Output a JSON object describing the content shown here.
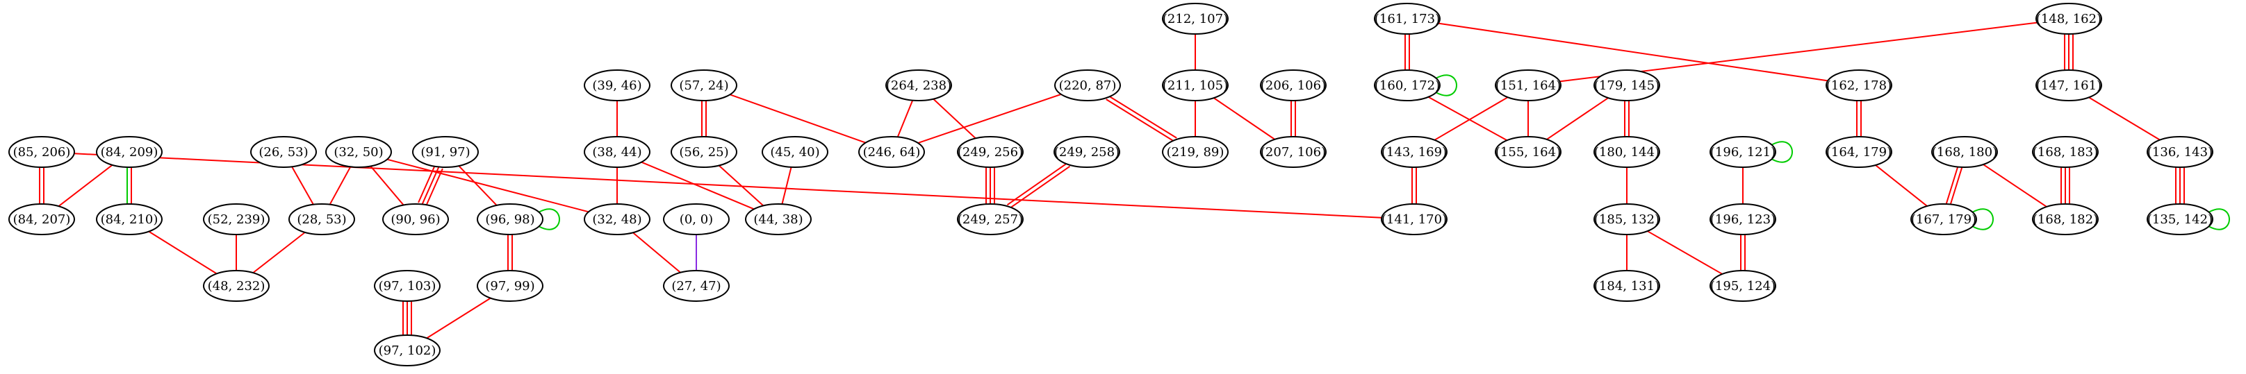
{
  "colors": {
    "red": "#ff0000",
    "green": "#00cc00",
    "purple": "#8a2be2",
    "black": "#000000"
  },
  "nodes": [
    {
      "id": "n85_206",
      "label": "(85, 206)"
    },
    {
      "id": "n84_209",
      "label": "(84, 209)"
    },
    {
      "id": "n84_207",
      "label": "(84, 207)"
    },
    {
      "id": "n84_210",
      "label": "(84, 210)"
    },
    {
      "id": "n26_53",
      "label": "(26, 53)"
    },
    {
      "id": "n28_53",
      "label": "(28, 53)"
    },
    {
      "id": "n52_239",
      "label": "(52, 239)"
    },
    {
      "id": "n48_232",
      "label": "(48, 232)"
    },
    {
      "id": "n32_50",
      "label": "(32, 50)"
    },
    {
      "id": "n90_96",
      "label": "(90, 96)"
    },
    {
      "id": "n91_97",
      "label": "(91, 97)"
    },
    {
      "id": "n96_98",
      "label": "(96, 98)"
    },
    {
      "id": "n97_99",
      "label": "(97, 99)"
    },
    {
      "id": "n97_103",
      "label": "(97, 103)"
    },
    {
      "id": "n97_102",
      "label": "(97, 102)"
    },
    {
      "id": "n39_46",
      "label": "(39, 46)"
    },
    {
      "id": "n38_44",
      "label": "(38, 44)"
    },
    {
      "id": "n32_48",
      "label": "(32, 48)"
    },
    {
      "id": "n0_0",
      "label": "(0, 0)"
    },
    {
      "id": "n27_47",
      "label": "(27, 47)"
    },
    {
      "id": "n57_24",
      "label": "(57, 24)"
    },
    {
      "id": "n56_25",
      "label": "(56, 25)"
    },
    {
      "id": "n45_40",
      "label": "(45, 40)"
    },
    {
      "id": "n44_38",
      "label": "(44, 38)"
    },
    {
      "id": "n264_238",
      "label": "(264, 238)"
    },
    {
      "id": "n246_64",
      "label": "(246, 64)"
    },
    {
      "id": "n249_256",
      "label": "(249, 256)"
    },
    {
      "id": "n220_87",
      "label": "(220, 87)"
    },
    {
      "id": "n249_258",
      "label": "(249, 258)"
    },
    {
      "id": "n249_257",
      "label": "(249, 257)"
    },
    {
      "id": "n212_107",
      "label": "(212, 107)"
    },
    {
      "id": "n211_105",
      "label": "(211, 105)"
    },
    {
      "id": "n219_89",
      "label": "(219, 89)"
    },
    {
      "id": "n206_106",
      "label": "(206, 106)"
    },
    {
      "id": "n207_106",
      "label": "(207, 106)"
    },
    {
      "id": "n161_173",
      "label": "(161, 173)"
    },
    {
      "id": "n160_172",
      "label": "(160, 172)"
    },
    {
      "id": "n151_164",
      "label": "(151, 164)"
    },
    {
      "id": "n155_164",
      "label": "(155, 164)"
    },
    {
      "id": "n143_169",
      "label": "(143, 169)"
    },
    {
      "id": "n141_170",
      "label": "(141, 170)"
    },
    {
      "id": "n179_145",
      "label": "(179, 145)"
    },
    {
      "id": "n180_144",
      "label": "(180, 144)"
    },
    {
      "id": "n185_132",
      "label": "(185, 132)"
    },
    {
      "id": "n184_131",
      "label": "(184, 131)"
    },
    {
      "id": "n196_121",
      "label": "(196, 121)"
    },
    {
      "id": "n196_123",
      "label": "(196, 123)"
    },
    {
      "id": "n195_124",
      "label": "(195, 124)"
    },
    {
      "id": "n162_178",
      "label": "(162, 178)"
    },
    {
      "id": "n164_179",
      "label": "(164, 179)"
    },
    {
      "id": "n168_180",
      "label": "(168, 180)"
    },
    {
      "id": "n167_179",
      "label": "(167, 179)"
    },
    {
      "id": "n168_183",
      "label": "(168, 183)"
    },
    {
      "id": "n168_182",
      "label": "(168, 182)"
    },
    {
      "id": "n148_162",
      "label": "(148, 162)"
    },
    {
      "id": "n147_161",
      "label": "(147, 161)"
    },
    {
      "id": "n136_143",
      "label": "(136, 143)"
    },
    {
      "id": "n135_142",
      "label": "(135, 142)"
    }
  ],
  "edges": [
    {
      "from": "n85_206",
      "to": "n84_207",
      "color": "red",
      "count": 2
    },
    {
      "from": "n85_206",
      "to": "n141_170",
      "color": "red",
      "count": 1
    },
    {
      "from": "n84_209",
      "to": "n84_207",
      "color": "red",
      "count": 1
    },
    {
      "from": "n84_209",
      "to": "n84_210",
      "color": "red",
      "count": 1
    },
    {
      "from": "n84_209",
      "to": "n84_210",
      "color": "green",
      "count": 1
    },
    {
      "from": "n84_210",
      "to": "n48_232",
      "color": "red",
      "count": 1
    },
    {
      "from": "n52_239",
      "to": "n48_232",
      "color": "red",
      "count": 1
    },
    {
      "from": "n26_53",
      "to": "n28_53",
      "color": "red",
      "count": 1
    },
    {
      "from": "n28_53",
      "to": "n48_232",
      "color": "red",
      "count": 1
    },
    {
      "from": "n32_50",
      "to": "n28_53",
      "color": "red",
      "count": 1
    },
    {
      "from": "n32_50",
      "to": "n90_96",
      "color": "red",
      "count": 1
    },
    {
      "from": "n32_50",
      "to": "n32_48",
      "color": "red",
      "count": 1
    },
    {
      "from": "n91_97",
      "to": "n90_96",
      "color": "red",
      "count": 3
    },
    {
      "from": "n91_97",
      "to": "n96_98",
      "color": "red",
      "count": 1
    },
    {
      "from": "n96_98",
      "to": "n97_99",
      "color": "red",
      "count": 2
    },
    {
      "from": "n97_99",
      "to": "n97_102",
      "color": "red",
      "count": 1
    },
    {
      "from": "n97_103",
      "to": "n97_102",
      "color": "red",
      "count": 3
    },
    {
      "from": "n39_46",
      "to": "n38_44",
      "color": "red",
      "count": 1
    },
    {
      "from": "n38_44",
      "to": "n32_48",
      "color": "red",
      "count": 1
    },
    {
      "from": "n38_44",
      "to": "n44_38",
      "color": "red",
      "count": 1
    },
    {
      "from": "n32_48",
      "to": "n27_47",
      "color": "red",
      "count": 1
    },
    {
      "from": "n0_0",
      "to": "n27_47",
      "color": "purple",
      "count": 1
    },
    {
      "from": "n57_24",
      "to": "n56_25",
      "color": "red",
      "count": 2
    },
    {
      "from": "n57_24",
      "to": "n246_64",
      "color": "red",
      "count": 1
    },
    {
      "from": "n56_25",
      "to": "n44_38",
      "color": "red",
      "count": 1
    },
    {
      "from": "n45_40",
      "to": "n44_38",
      "color": "red",
      "count": 1
    },
    {
      "from": "n264_238",
      "to": "n246_64",
      "color": "red",
      "count": 1
    },
    {
      "from": "n264_238",
      "to": "n249_256",
      "color": "red",
      "count": 1
    },
    {
      "from": "n220_87",
      "to": "n246_64",
      "color": "red",
      "count": 1
    },
    {
      "from": "n220_87",
      "to": "n219_89",
      "color": "red",
      "count": 2
    },
    {
      "from": "n249_256",
      "to": "n249_257",
      "color": "red",
      "count": 3
    },
    {
      "from": "n249_258",
      "to": "n249_257",
      "color": "red",
      "count": 2
    },
    {
      "from": "n212_107",
      "to": "n211_105",
      "color": "red",
      "count": 1
    },
    {
      "from": "n211_105",
      "to": "n219_89",
      "color": "red",
      "count": 1
    },
    {
      "from": "n211_105",
      "to": "n207_106",
      "color": "red",
      "count": 1
    },
    {
      "from": "n206_106",
      "to": "n207_106",
      "color": "red",
      "count": 2
    },
    {
      "from": "n161_173",
      "to": "n160_172",
      "color": "red",
      "count": 2
    },
    {
      "from": "n161_173",
      "to": "n162_178",
      "color": "red",
      "count": 1
    },
    {
      "from": "n160_172",
      "to": "n155_164",
      "color": "red",
      "count": 1
    },
    {
      "from": "n151_164",
      "to": "n155_164",
      "color": "red",
      "count": 1
    },
    {
      "from": "n151_164",
      "to": "n143_169",
      "color": "red",
      "count": 1
    },
    {
      "from": "n143_169",
      "to": "n141_170",
      "color": "red",
      "count": 2
    },
    {
      "from": "n179_145",
      "to": "n155_164",
      "color": "red",
      "count": 1
    },
    {
      "from": "n179_145",
      "to": "n180_144",
      "color": "red",
      "count": 2
    },
    {
      "from": "n180_144",
      "to": "n185_132",
      "color": "red",
      "count": 1
    },
    {
      "from": "n185_132",
      "to": "n184_131",
      "color": "red",
      "count": 1
    },
    {
      "from": "n185_132",
      "to": "n195_124",
      "color": "red",
      "count": 1
    },
    {
      "from": "n196_121",
      "to": "n196_123",
      "color": "red",
      "count": 1
    },
    {
      "from": "n196_123",
      "to": "n195_124",
      "color": "red",
      "count": 2
    },
    {
      "from": "n162_178",
      "to": "n164_179",
      "color": "red",
      "count": 2
    },
    {
      "from": "n164_179",
      "to": "n167_179",
      "color": "red",
      "count": 1
    },
    {
      "from": "n168_180",
      "to": "n167_179",
      "color": "red",
      "count": 2
    },
    {
      "from": "n168_180",
      "to": "n168_182",
      "color": "red",
      "count": 1
    },
    {
      "from": "n168_183",
      "to": "n168_182",
      "color": "red",
      "count": 3
    },
    {
      "from": "n148_162",
      "to": "n151_164",
      "color": "red",
      "count": 1
    },
    {
      "from": "n148_162",
      "to": "n147_161",
      "color": "red",
      "count": 3
    },
    {
      "from": "n147_161",
      "to": "n136_143",
      "color": "red",
      "count": 1
    },
    {
      "from": "n136_143",
      "to": "n135_142",
      "color": "red",
      "count": 3
    }
  ],
  "self_loops": [
    {
      "node": "n96_98",
      "color": "green"
    },
    {
      "node": "n160_172",
      "color": "green"
    },
    {
      "node": "n196_121",
      "color": "green"
    },
    {
      "node": "n167_179",
      "color": "green"
    },
    {
      "node": "n135_142",
      "color": "green"
    }
  ]
}
